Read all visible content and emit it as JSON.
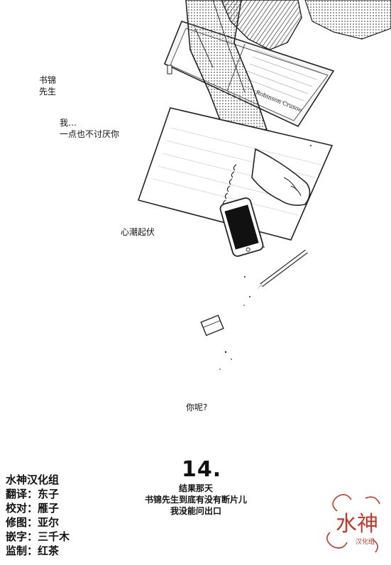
{
  "panel": {
    "lines_top": [
      "书锦",
      "先生"
    ],
    "lines_mid": [
      "我…",
      "一点也不讨厌你"
    ],
    "sfx": "心潮起伏",
    "question": "你呢?",
    "book_text": "Robinson Crusoe"
  },
  "chapter": {
    "number": "14.",
    "subtitle_lines": [
      "结果那天",
      "书锦先生到底有没有断片儿",
      "我没能问出口"
    ]
  },
  "credits": [
    "水神汉化组",
    "翻译：东子",
    "校对：雁子",
    "修图：亚尔",
    "嵌字：三千木",
    "监制：红茶"
  ],
  "seal": {
    "text": "水神",
    "sub": "汉化组",
    "color": "#c0392b"
  }
}
